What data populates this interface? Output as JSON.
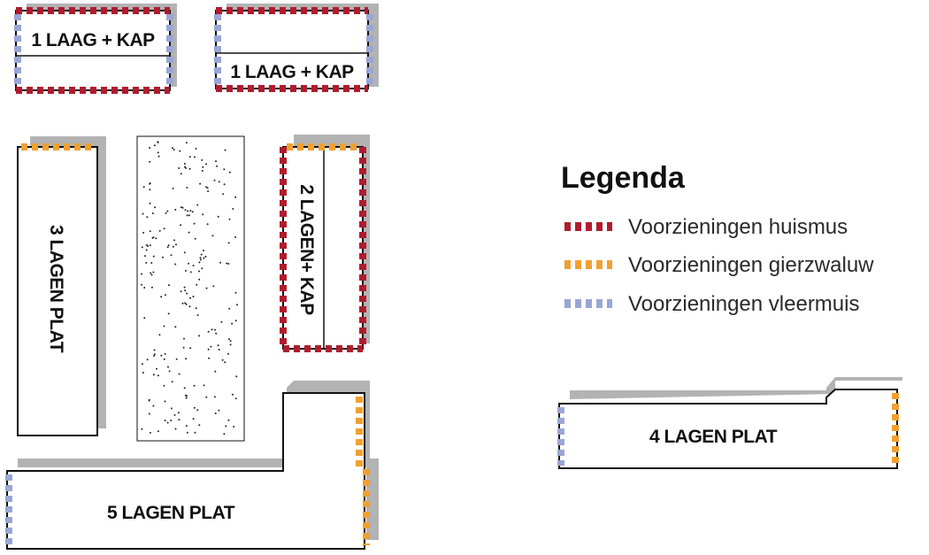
{
  "colors": {
    "huismus": "#b01c2e",
    "gierzwaluw": "#f0a030",
    "vleermuis": "#9aa6d4",
    "shadow": "#b3b3b3",
    "outline": "#111111"
  },
  "buildings": {
    "top_left": {
      "label": "1 LAAG + KAP"
    },
    "top_middle": {
      "label": "1 LAAG + KAP"
    },
    "left_tall": {
      "label": "3 LAGEN PLAT"
    },
    "right_tall": {
      "label": "2 LAGEN+ KAP"
    },
    "bottom_l": {
      "label": "5 LAGEN PLAT"
    },
    "right_block": {
      "label": "4 LAGEN PLAT"
    }
  },
  "legend": {
    "title": "Legenda",
    "items": [
      {
        "key": "huismus",
        "label": "Voorzieningen huismus"
      },
      {
        "key": "gierzwaluw",
        "label": "Voorzieningen gierzwaluw"
      },
      {
        "key": "vleermuis",
        "label": "Voorzieningen vleermuis"
      }
    ]
  }
}
